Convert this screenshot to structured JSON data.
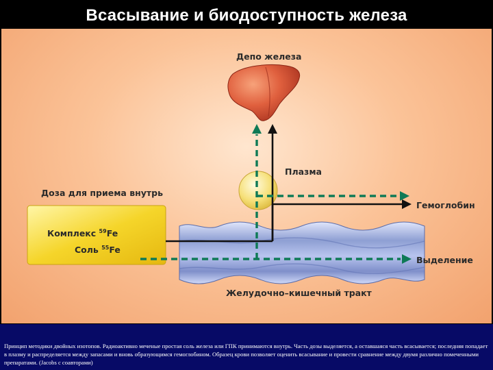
{
  "title": "Всасывание и биодоступность железа",
  "labels": {
    "depot": "Депо железа",
    "plasma": "Плазма",
    "oral_dose": "Доза для приема внутрь",
    "hemoglobin": "Гемоглобин",
    "excretion": "Выделение",
    "gi_tract": "Желудочно–кишечный тракт",
    "complex_prefix": "Комплекс",
    "complex_isotope_mass": "59",
    "complex_isotope_el": "Fe",
    "salt_prefix": "Соль",
    "salt_isotope_mass": "55",
    "salt_isotope_el": "Fe"
  },
  "caption": "Принцип методики двойных изотопов. Радиоактивно меченые простая соль железа или ГПК принимаются внутрь. Часть дозы выделяется, а оставшаяся часть всасывается; последняя попадает в плазму и распределяется между запасами и вновь образующимся гемоглобином. Образец крови позволяет оценить всасывание и провести сравнение между двумя различно помеченными препаратами. (Jacobs с соавторами)",
  "colors": {
    "green": "#0e7a56",
    "black_path": "#111111",
    "liver": "#d9533a",
    "gi_band": "#8c9cd0",
    "dose_box": "#f2d22a",
    "plasma": "#f0d86a",
    "caption_bg": "#070a66"
  }
}
